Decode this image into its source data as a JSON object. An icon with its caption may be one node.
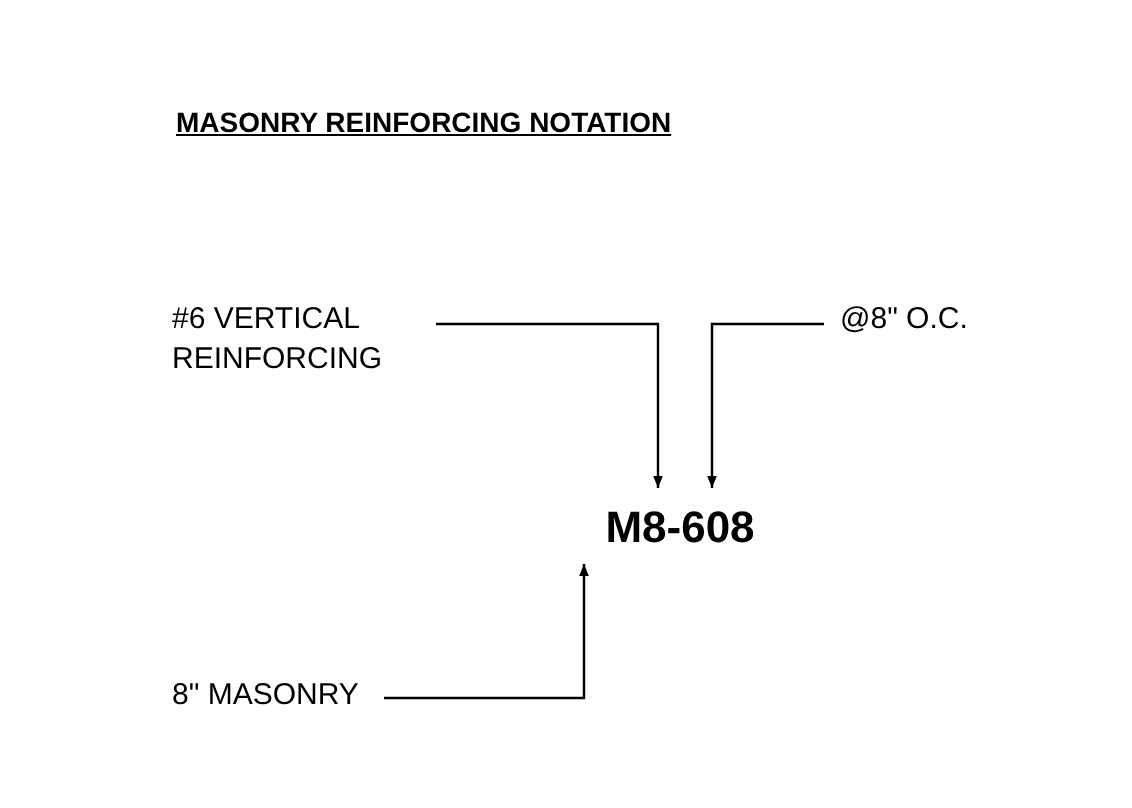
{
  "diagram": {
    "title": "MASONRY REINFORCING NOTATION",
    "nodes": [
      {
        "text": [
          "#6 VERTICAL REINFORCING"
        ]
      },
      {
        "text": [
          "@8\" O.C."
        ]
      },
      {
        "text": [
          "M8-608"
        ]
      },
      {
        "text": [
          "8\" MASONRY"
        ]
      }
    ],
    "edges": [
      {
        "from": 0,
        "to": 2,
        "arrow": "to"
      },
      {
        "from": 1,
        "to": 2,
        "arrow": "to"
      },
      {
        "from": 3,
        "to": 2,
        "arrow": "to"
      }
    ]
  }
}
